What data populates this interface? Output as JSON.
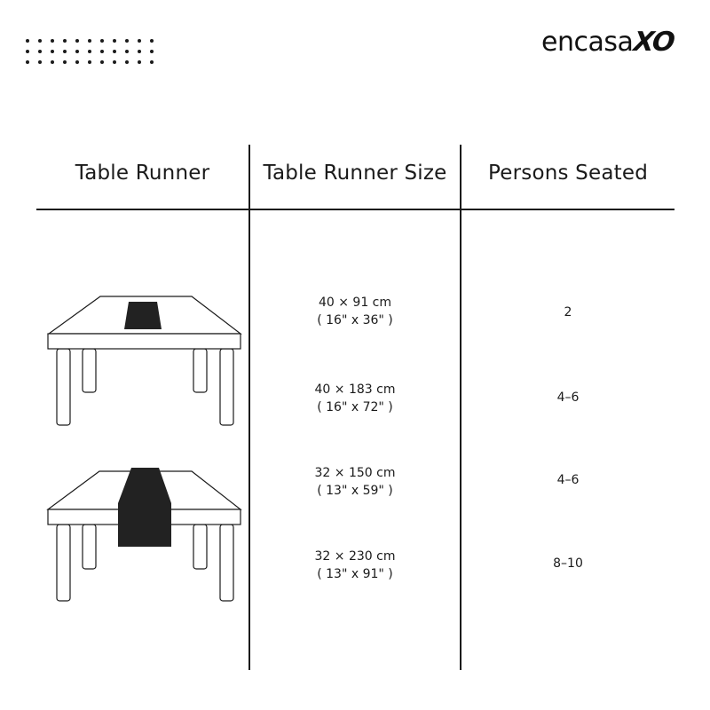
{
  "brand": {
    "name": "encasa",
    "suffix": "XO",
    "decoration": "dot-grid-11x3"
  },
  "table": {
    "headers": [
      "Table Runner",
      "Table Runner Size",
      "Persons Seated"
    ],
    "rows": [
      {
        "size_cm": "40 × 91 cm",
        "size_in": "( 16\" x 36\" )",
        "persons": "2"
      },
      {
        "size_cm": "40 × 183 cm",
        "size_in": "( 16\" x 72\" )",
        "persons": "4–6"
      },
      {
        "size_cm": "32 × 150 cm",
        "size_in": "( 13\" x 59\" )",
        "persons": "4–6"
      },
      {
        "size_cm": "32 × 230 cm",
        "size_in": "( 13\" x 91\" )",
        "persons": "8–10"
      }
    ],
    "illustrations": [
      {
        "name": "short-runner-table-icon",
        "description": "table with short runner on top"
      },
      {
        "name": "long-runner-table-icon",
        "description": "table with long runner draping over front"
      }
    ]
  },
  "colors": {
    "ink": "#1a1a1a",
    "background": "#ffffff",
    "runner": "#222222"
  }
}
